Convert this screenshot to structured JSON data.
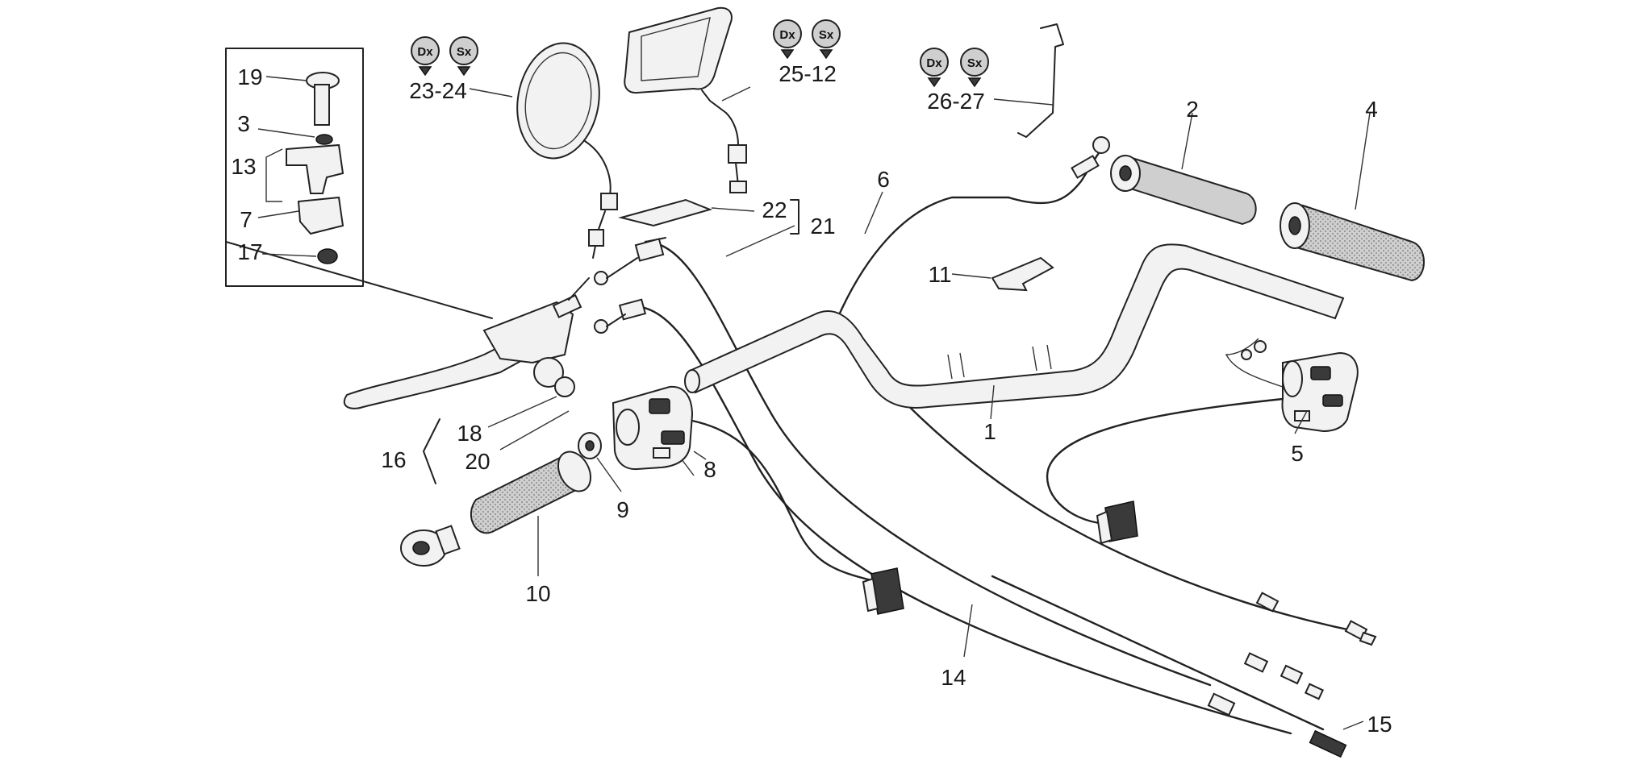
{
  "labels": {
    "l1": "1",
    "l2": "2",
    "l3": "3",
    "l4": "4",
    "l5": "5",
    "l6": "6",
    "l7": "7",
    "l8": "8",
    "l9": "9",
    "l10": "10",
    "l11": "11",
    "l13": "13",
    "l14": "14",
    "l15": "15",
    "l16": "16",
    "l17": "17",
    "l18": "18",
    "l19": "19",
    "l20": "20",
    "l21": "21",
    "l22": "22",
    "l23_24": "23-24",
    "l25_12": "25-12",
    "l26_27": "26-27"
  },
  "badges": {
    "right": "Dx",
    "left": "Sx"
  }
}
